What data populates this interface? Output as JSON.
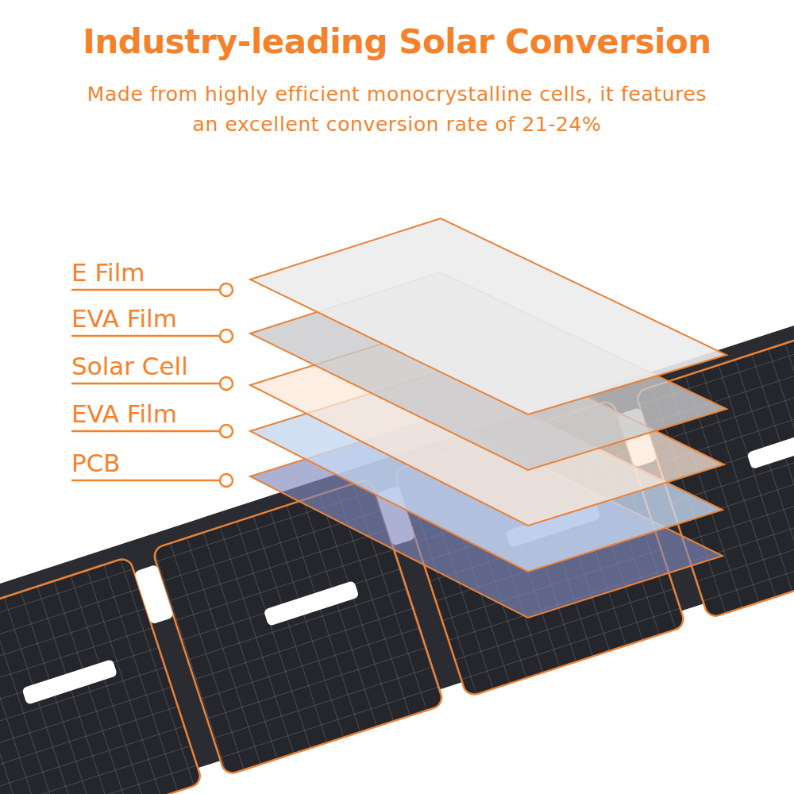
{
  "diagram": {
    "title": "Industry-leading Solar Conversion",
    "caption": "Made from highly efficient monocrystalline cells, it features an excellent conversion rate of 21-24%",
    "labels": [
      "E Film",
      "EVA Film",
      "Solar Cell",
      "EVA Film",
      "PCB"
    ]
  }
}
